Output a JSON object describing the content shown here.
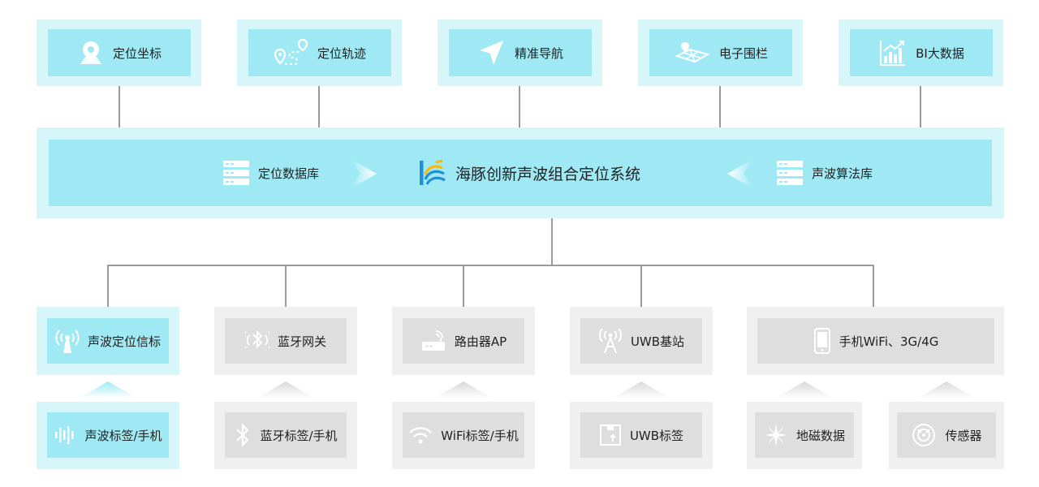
{
  "top_modules": [
    {
      "label": "定位坐标",
      "icon": "location-pin-icon"
    },
    {
      "label": "定位轨迹",
      "icon": "route-track-icon"
    },
    {
      "label": "精准导航",
      "icon": "navigation-arrow-icon"
    },
    {
      "label": "电子围栏",
      "icon": "geofence-icon"
    },
    {
      "label": "BI大数据",
      "icon": "bar-chart-icon"
    }
  ],
  "core": {
    "left_label": "定位数据库",
    "title": "海豚创新声波组合定位系统",
    "right_label": "声波算法库",
    "left_icon": "database-icon",
    "right_icon": "database-icon",
    "logo": "haitun-logo-icon"
  },
  "access_layer": [
    {
      "label": "声波定位信标",
      "icon": "signal-beacon-icon",
      "highlight": true
    },
    {
      "label": "蓝牙网关",
      "icon": "bluetooth-gateway-icon",
      "highlight": false
    },
    {
      "label": "路由器AP",
      "icon": "router-icon",
      "highlight": false
    },
    {
      "label": "UWB基站",
      "icon": "antenna-tower-icon",
      "highlight": false
    },
    {
      "label": "手机WiFi、3G/4G",
      "icon": "mobile-phone-icon",
      "highlight": false
    }
  ],
  "terminal_layer": [
    {
      "label": "声波标签/手机",
      "icon": "sound-wave-icon",
      "highlight": true
    },
    {
      "label": "蓝牙标签/手机",
      "icon": "bluetooth-icon",
      "highlight": false
    },
    {
      "label": "WiFi标签/手机",
      "icon": "wifi-icon",
      "highlight": false
    },
    {
      "label": "UWB标签",
      "icon": "uwb-tag-icon",
      "highlight": false
    },
    {
      "label": "地磁数据",
      "icon": "compass-icon",
      "highlight": false
    },
    {
      "label": "传感器",
      "icon": "sensor-icon",
      "highlight": false
    }
  ],
  "colors": {
    "cyan_outer": "#d6f6fa",
    "cyan_inner": "#9ee9f4",
    "gray_outer": "#f0f0f0",
    "gray_inner": "#dedede",
    "connector": "#9a9a9a",
    "logo_blue": "#1f8fd6",
    "logo_yellow": "#f5b90f"
  }
}
